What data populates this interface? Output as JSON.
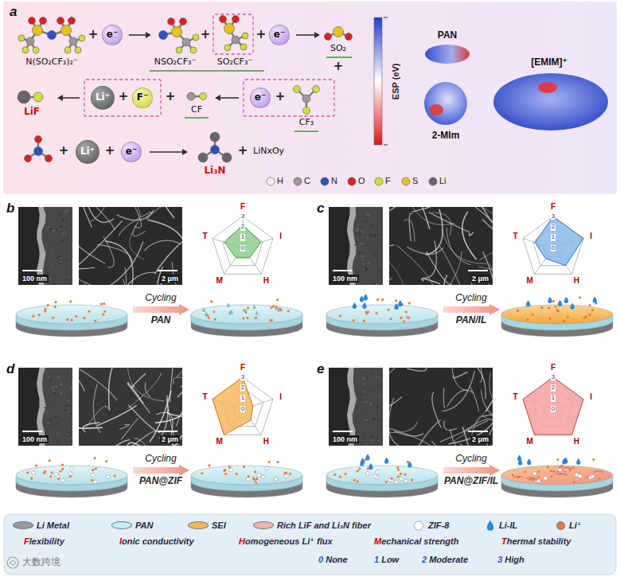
{
  "diagram": {
    "nodes": [
      {
        "text": [
          "a"
        ]
      },
      {
        "text": [
          "e⁻"
        ],
        "in": 0
      },
      {
        "text": [
          "e⁻"
        ],
        "in": 0
      },
      {
        "text": [
          "Li⁺"
        ],
        "in": 0
      },
      {
        "text": [
          "F⁻"
        ],
        "in": 0
      },
      {
        "text": [
          "e⁻"
        ],
        "in": 0
      },
      {
        "text": [
          "Li⁺"
        ],
        "in": 0
      },
      {
        "text": [
          "e⁻"
        ],
        "in": 0
      },
      {
        "text": [
          "100 nm"
        ]
      },
      {
        "text": [
          "2 μm"
        ]
      },
      {
        "text": [
          "Cycling",
          "PAN"
        ]
      },
      {
        "text": [
          "100 nm"
        ]
      },
      {
        "text": [
          "2 μm"
        ]
      },
      {
        "text": [
          "Cycling",
          "PAN/IL"
        ]
      },
      {
        "text": [
          "100 nm"
        ]
      },
      {
        "text": [
          "2 μm"
        ]
      },
      {
        "text": [
          "Cycling",
          "PAN@ZIF"
        ]
      },
      {
        "text": [
          "100 nm"
        ]
      },
      {
        "text": [
          "2 μm"
        ]
      },
      {
        "text": [
          "Cycling",
          "PAN@ZIF/IL"
        ]
      }
    ],
    "labels": [
      "N(SO₂CF₃)₂⁻",
      "+",
      "+",
      "NSO₂CF₃⁻",
      "SO₂CF₃⁻",
      "+",
      "SO₂",
      "+",
      "LiF",
      "+",
      "+",
      "CF",
      "+",
      "CF₃",
      "+",
      "+",
      "Li₃N",
      "+",
      "LiNxOy",
      "ESP (eV)",
      "PAN",
      "2-MIm",
      "[EMIM]⁺",
      "H",
      "C",
      "N",
      "O",
      "F",
      "S",
      "Li",
      "b",
      "F",
      "I",
      "H",
      "M",
      "T",
      "0",
      "1",
      "2",
      "3",
      "c",
      "F",
      "I",
      "H",
      "M",
      "T",
      "0",
      "1",
      "2",
      "3",
      "d",
      "F",
      "I",
      "H",
      "M",
      "T",
      "0",
      "1",
      "2",
      "3",
      "e",
      "F",
      "I",
      "H",
      "M",
      "T",
      "0",
      "1",
      "2",
      "3",
      "Flexibility",
      "Ionic conductivity",
      "Homogeneous Li⁺ flux",
      "Mechanical strength",
      "Thermal stability",
      "0 None",
      "1 Low",
      "2 Moderate",
      "3 High",
      "大数跨境"
    ],
    "legend": [
      {
        "text": "Li Metal",
        "color": "#9a9a9a"
      },
      {
        "text": "PAN",
        "color": "#c5eaf0"
      },
      {
        "text": "SEI",
        "color": "#f6b556"
      },
      {
        "text": "Rich LiF and Li₃N fiber",
        "color": "#f4b0a8"
      },
      {
        "text": "ZIF-8"
      },
      {
        "text": "Li-IL"
      },
      {
        "text": "Li⁺",
        "color": "#f07a3c"
      }
    ]
  }
}
